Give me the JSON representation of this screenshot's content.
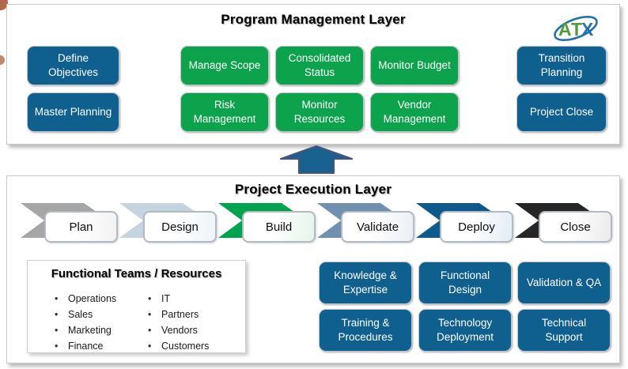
{
  "program_layer": {
    "title": "Program Management Layer",
    "governance_boxes": [
      "Define Objectives",
      "Master Planning"
    ],
    "management_boxes": [
      "Manage Scope",
      "Consolidated Status",
      "Monitor Budget",
      "Risk Management",
      "Monitor Resources",
      "Vendor Management"
    ],
    "closing_boxes": [
      "Transition Planning",
      "Project Close"
    ],
    "logo": {
      "letters": [
        "A",
        "T",
        "X"
      ]
    }
  },
  "execution_layer": {
    "title": "Project Execution Layer",
    "phases": [
      {
        "label": "Plan",
        "color": "#a6a6a6",
        "tint": "#f2f2f2"
      },
      {
        "label": "Design",
        "color": "#c5d4df",
        "tint": "#eef4f8"
      },
      {
        "label": "Build",
        "color": "#00a44e",
        "tint": "#e4f4e9"
      },
      {
        "label": "Validate",
        "color": "#6f90ae",
        "tint": "#e9eff5"
      },
      {
        "label": "Deploy",
        "color": "#0e5a8e",
        "tint": "#e2ecf5"
      },
      {
        "label": "Close",
        "color": "#262626",
        "tint": "#ebebeb"
      }
    ],
    "functional_teams": {
      "title": "Functional Teams / Resources",
      "column_1": [
        "Operations",
        "Sales",
        "Marketing",
        "Finance"
      ],
      "column_2": [
        "IT",
        "Partners",
        "Vendors",
        "Customers"
      ]
    },
    "support_boxes": [
      "Knowledge & Expertise",
      "Functional Design",
      "Validation & QA",
      "Training & Procedures",
      "Technology Deployment",
      "Technical Support"
    ]
  },
  "colors": {
    "primary_blue": "#0f5f8f",
    "primary_green": "#0da24c",
    "arrow_fill": "#19618f",
    "arrow_border": "#4a5578",
    "logo_green": "#559b3d",
    "logo_blue": "#2272b0"
  }
}
